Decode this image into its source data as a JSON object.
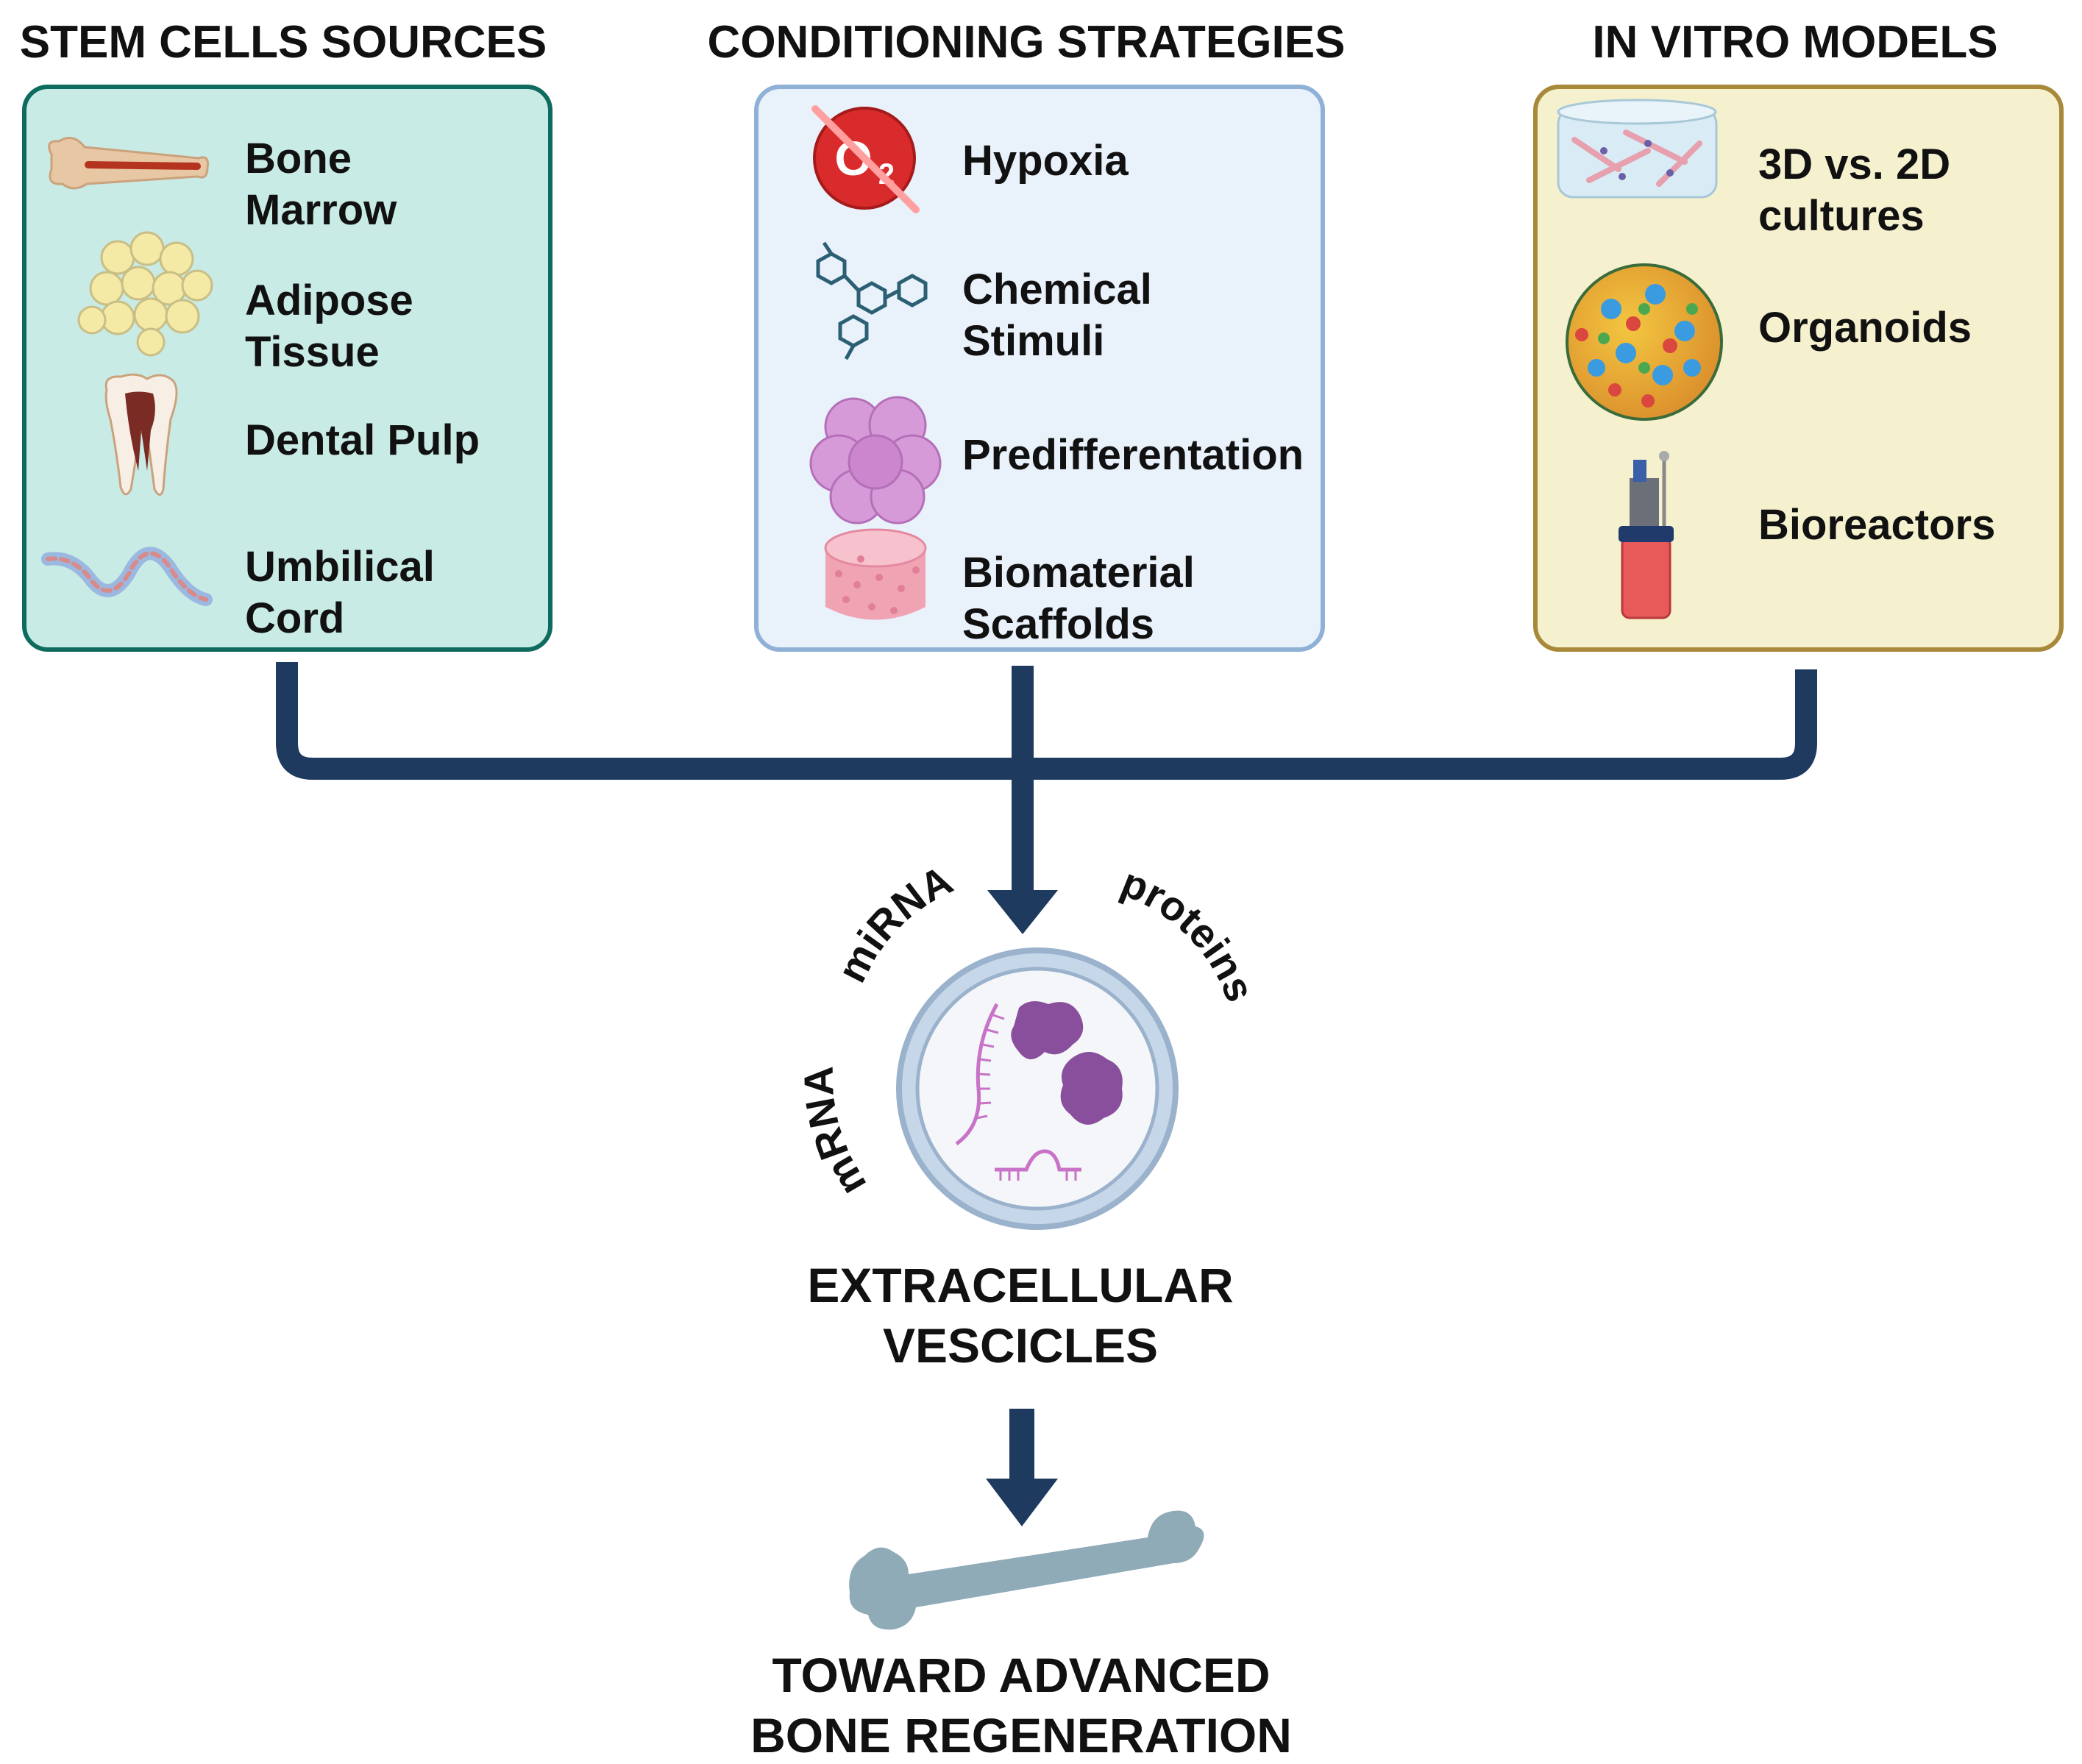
{
  "columns": [
    {
      "heading": "STEM CELLS SOURCES",
      "color": "#0e6b5e",
      "fill": "#c9ebe6",
      "items": [
        {
          "line1": "Bone",
          "line2": "Marrow",
          "icon": "bone-marrow-icon"
        },
        {
          "line1": "Adipose",
          "line2": "Tissue",
          "icon": "adipose-tissue-icon"
        },
        {
          "line1": "Dental Pulp",
          "line2": "",
          "icon": "tooth-icon"
        },
        {
          "line1": "Umbilical",
          "line2": "Cord",
          "icon": "umbilical-cord-icon"
        }
      ]
    },
    {
      "heading": "CONDITIONING STRATEGIES",
      "color": "#8fb1d6",
      "fill": "#e9f1fb",
      "items": [
        {
          "line1": "Hypoxia",
          "line2": "",
          "icon": "no-oxygen-icon"
        },
        {
          "line1": "Chemical",
          "line2": "Stimuli",
          "icon": "molecule-icon"
        },
        {
          "line1": "Predifferentation",
          "line2": "",
          "icon": "cell-cluster-icon"
        },
        {
          "line1": "Biomaterial",
          "line2": "Scaffolds",
          "icon": "scaffold-icon"
        }
      ]
    },
    {
      "heading": "IN VITRO MODELS",
      "color": "#a8893a",
      "fill": "#f5f1cf",
      "items": [
        {
          "line1": "3D vs. 2D",
          "line2": "cultures",
          "icon": "culture-gel-icon"
        },
        {
          "line1": "Organoids",
          "line2": "",
          "icon": "organoid-icon"
        },
        {
          "line1": "Bioreactors",
          "line2": "",
          "icon": "bioreactor-icon"
        }
      ]
    }
  ],
  "vesicle": {
    "cargo": {
      "mirna": "miRNA",
      "proteins": "proteins",
      "mrna": "mRNA"
    },
    "title_line1": "EXTRACELLULAR",
    "title_line2": "VESCICLES"
  },
  "outcome": {
    "line1": "TOWARD ADVANCED",
    "line2": "BONE REGENERATION"
  },
  "colors": {
    "connector": "#1f3a5f",
    "bone": "#8fabb8",
    "vesicle_ring": "#9ab2cc",
    "cargo": "#8a4f9c"
  }
}
